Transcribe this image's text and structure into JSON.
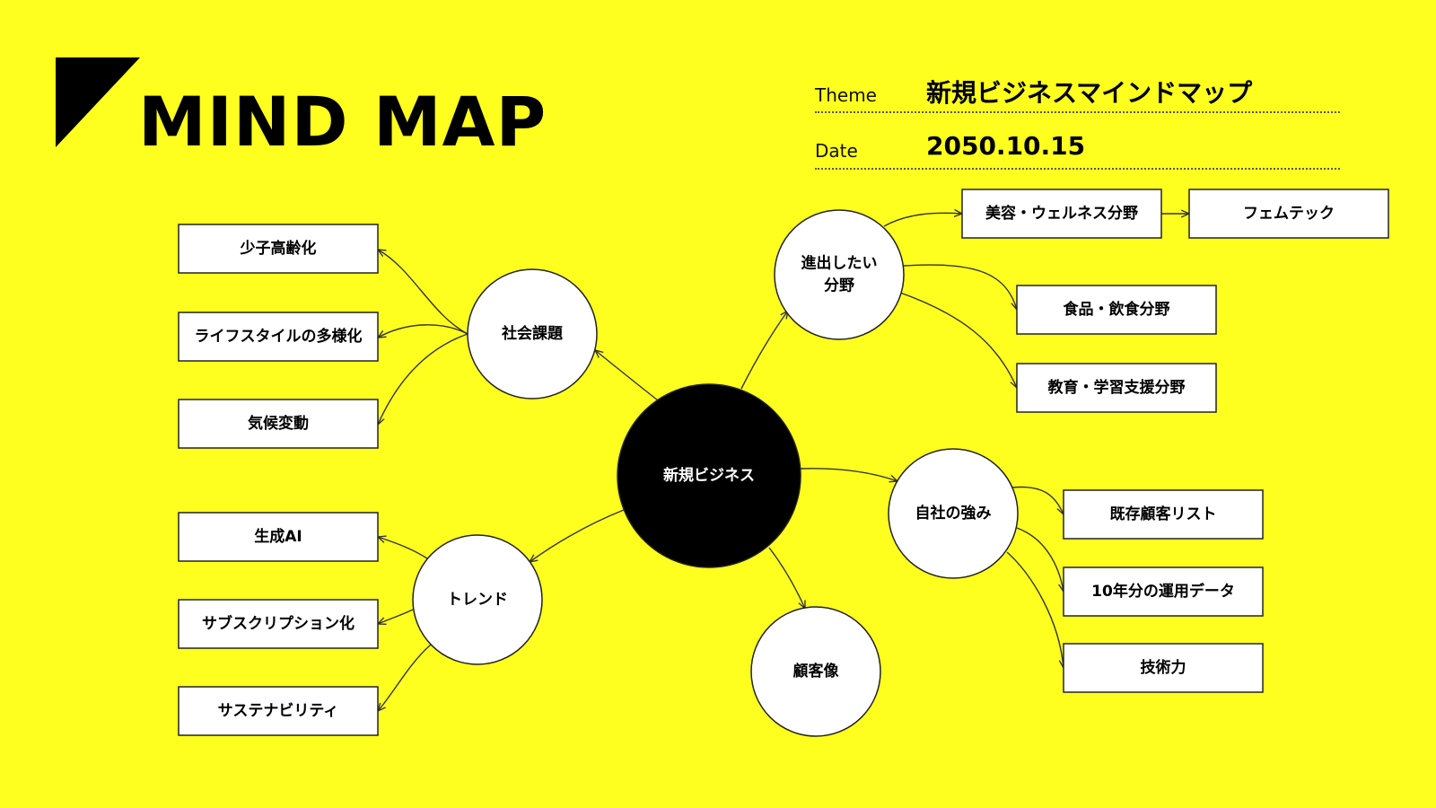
{
  "header": {
    "title": "MIND MAP",
    "theme_label": "Theme",
    "theme_value": "新規ビジネスマインドマップ",
    "date_label": "Date",
    "date_value": "2050.10.15"
  },
  "colors": {
    "background": "#FFFF1F",
    "center_fill": "#000000",
    "node_fill": "#FFFFFF",
    "line": "#333333"
  },
  "mindmap": {
    "center": "新規ビジネス",
    "branches": [
      {
        "id": "social",
        "label": "社会課題",
        "children": [
          "少子高齢化",
          "ライフスタイルの多様化",
          "気候変動"
        ]
      },
      {
        "id": "trend",
        "label": "トレンド",
        "children": [
          "生成AI",
          "サブスクリプション化",
          "サステナビリティ"
        ]
      },
      {
        "id": "field",
        "label": [
          "進出したい",
          "分野"
        ],
        "children": [
          "美容・ウェルネス分野",
          "食品・飲食分野",
          "教育・学習支援分野"
        ],
        "sub": {
          "parent": 0,
          "label": "フェムテック"
        }
      },
      {
        "id": "strength",
        "label": "自社の強み",
        "children": [
          "既存顧客リスト",
          "10年分の運用データ",
          "技術力"
        ]
      },
      {
        "id": "customer",
        "label": "顧客像",
        "children": []
      }
    ]
  }
}
